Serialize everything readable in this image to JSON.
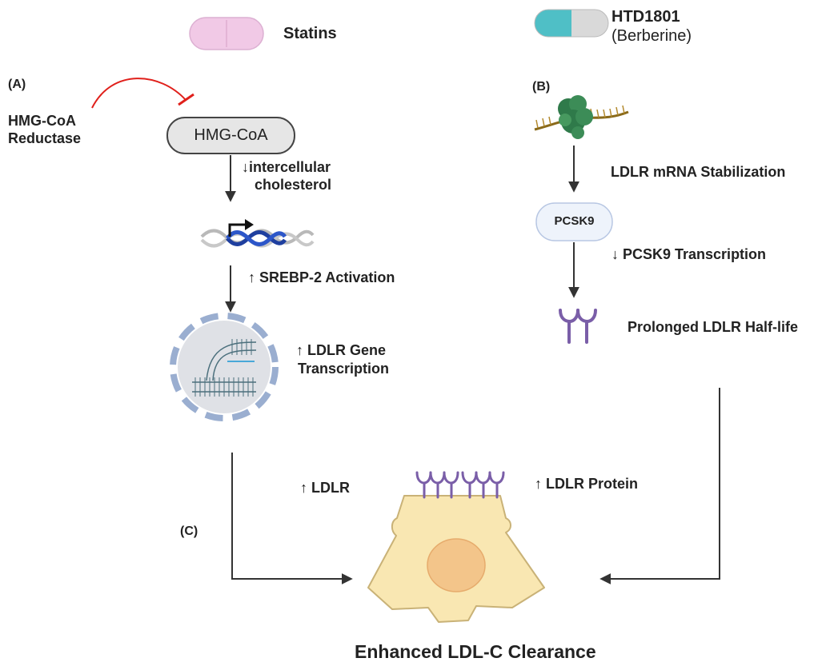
{
  "drugs": {
    "statins": "Statins",
    "htd_name": "HTD1801",
    "htd_sub": "(Berberine)"
  },
  "panel_a": {
    "label": "(A)",
    "reductase_line1": "HMG-CoA",
    "reductase_line2": "Reductase",
    "hmgcoa_box": "HMG-CoA",
    "cholesterol_line1": "↓intercellular",
    "cholesterol_line2": "cholesterol",
    "srebp": "↑ SREBP-2 Activation",
    "ldlr_gene_line1": "↑ LDLR Gene",
    "ldlr_gene_line2": "Transcription"
  },
  "panel_b": {
    "label": "(B)",
    "mrna": "LDLR mRNA Stabilization",
    "pcsk9_box": "PCSK9",
    "pcsk9_transcription": "↓ PCSK9 Transcription",
    "half_life": "Prolonged LDLR Half-life"
  },
  "panel_c": {
    "label": "(C)",
    "ldlr": "↑ LDLR",
    "ldlr_protein": "↑ LDLR Protein",
    "clearance": "Enhanced LDL-C Clearance"
  },
  "colors": {
    "statin_pill": "#f1c9e6",
    "capsule_teal": "#4fbfc6",
    "capsule_grey": "#d9d9d9",
    "inhibit_red": "#e0201b",
    "pcsk9_fill": "#eef3fb",
    "cell_fill": "#f9e7b2",
    "nucleus_fill": "#f3c58a",
    "receptor_purple": "#7a5ea8",
    "arrow": "#333333"
  }
}
